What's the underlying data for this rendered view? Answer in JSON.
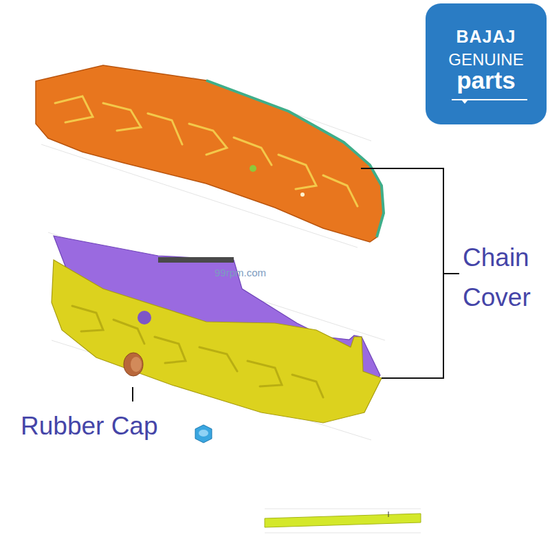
{
  "diagram": {
    "nodes": [
      {
        "text": [
          "BAJAJ",
          "GENUINE",
          "parts"
        ]
      }
    ],
    "labels": [
      "Chain Cover",
      "Rubber Cap",
      "99rpm.com"
    ]
  }
}
